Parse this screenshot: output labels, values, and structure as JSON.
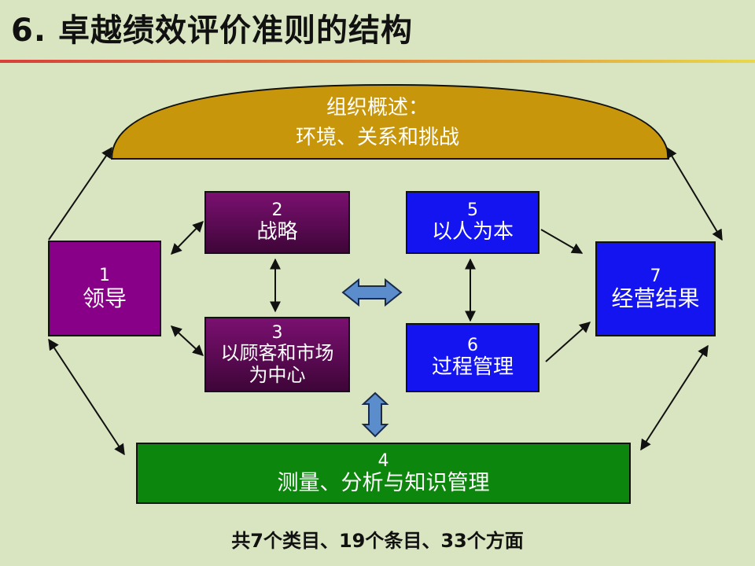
{
  "title": "6. 卓越绩效评价准则的结构",
  "profile": {
    "line1": "组织概述：",
    "line2": "环境、关系和挑战"
  },
  "boxes": {
    "b1": {
      "num": "1",
      "label": "领导"
    },
    "b2": {
      "num": "2",
      "label": "战略"
    },
    "b3": {
      "num": "3",
      "label": "以顾客和市场",
      "label2": "为中心"
    },
    "b4": {
      "num": "4",
      "label": "测量、分析与知识管理"
    },
    "b5": {
      "num": "5",
      "label": "以人为本"
    },
    "b6": {
      "num": "6",
      "label": "过程管理"
    },
    "b7": {
      "num": "7",
      "label": "经营结果"
    }
  },
  "footer": "共7个类目、19个条目、33个方面",
  "colors": {
    "dome": "#c8960a",
    "leadership": "#880088",
    "strategy": "#6a0c62",
    "people": "#1414f0",
    "measurement": "#0c860c",
    "big_arrow": "#5b8ccc"
  }
}
